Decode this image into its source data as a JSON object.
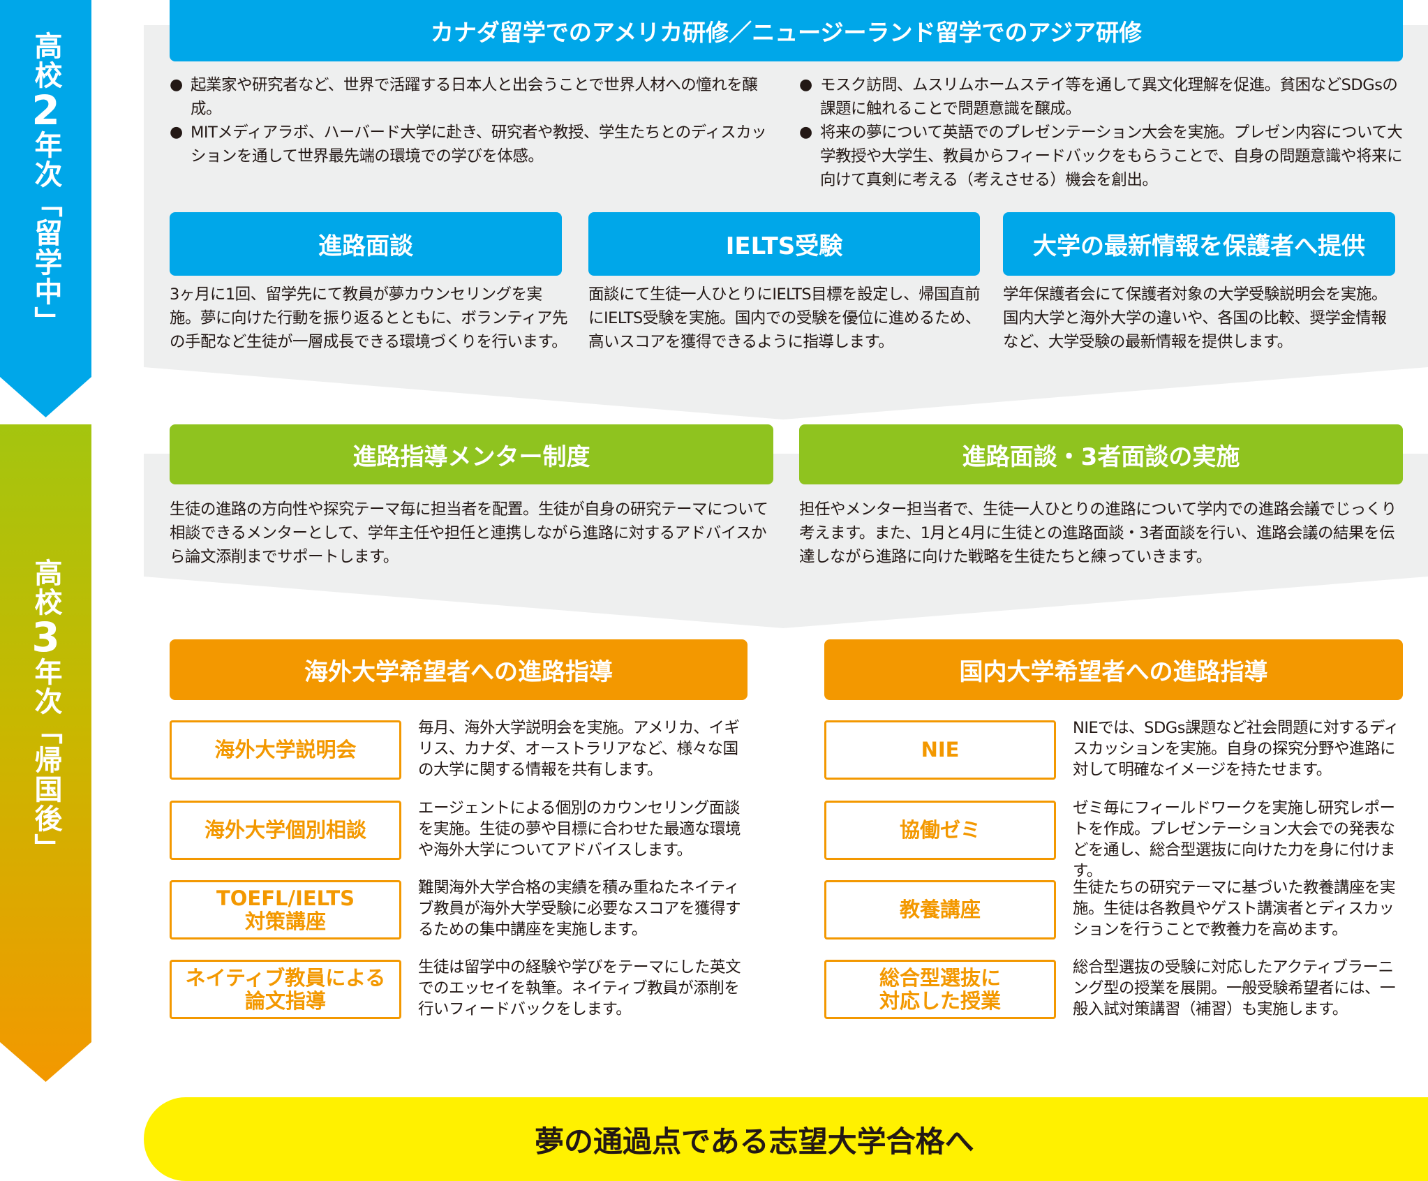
{
  "side": {
    "year2": {
      "pre": "高校",
      "num": "2",
      "post": "年次「留学中」"
    },
    "year3": {
      "pre": "高校",
      "num": "3",
      "post": "年次「帰国後」"
    }
  },
  "abroad": {
    "title": "カナダ留学でのアメリカ研修／ニュージーランド留学でのアジア研修",
    "left_bullets": [
      "起業家や研究者など、世界で活躍する日本人と出会うことで世界人材への憧れを醸成。",
      "MITメディアラボ、ハーバード大学に赴き、研究者や教授、学生たちとのディスカッションを通して世界最先端の環境での学びを体感。"
    ],
    "right_bullets": [
      "モスク訪問、ムスリムホームステイ等を通して異文化理解を促進。貧困などSDGsの課題に触れることで問題意識を醸成。",
      "将来の夢について英語でのプレゼンテーション大会を実施。プレゼン内容について大学教授や大学生、教員からフィードバックをもらうことで、自身の問題意識や将来に向けて真剣に考える（考えさせる）機会を創出。"
    ],
    "bullet": "●",
    "cards": [
      {
        "title": "進路面談",
        "text": "3ヶ月に1回、留学先にて教員が夢カウンセリングを実施。夢に向けた行動を振り返るとともに、ボランティア先の手配など生徒が一層成長できる環境づくりを行います。"
      },
      {
        "title": "IELTS受験",
        "text": "面談にて生徒一人ひとりにIELTS目標を設定し、帰国直前にIELTS受験を実施。国内での受験を優位に進めるため、高いスコアを獲得できるように指導します。"
      },
      {
        "title": "大学の最新情報を保護者へ提供",
        "text": "学年保護者会にて保護者対象の大学受験説明会を実施。国内大学と海外大学の違いや、各国の比較、奨学金情報など、大学受験の最新情報を提供します。"
      }
    ]
  },
  "mentor": {
    "cards": [
      {
        "title": "進路指導メンター制度",
        "text": "生徒の進路の方向性や探究テーマ毎に担当者を配置。生徒が自身の研究テーマについて相談できるメンターとして、学年主任や担任と連携しながら進路に対するアドバイスから論文添削までサポートします。"
      },
      {
        "title": "進路面談・3者面談の実施",
        "text": "担任やメンター担当者で、生徒一人ひとりの進路について学内での進路会議でじっくり考えます。また、1月と4月に生徒との進路面談・3者面談を行い、進路会議の結果を伝達しながら進路に向けた戦略を生徒たちと練っていきます。"
      }
    ]
  },
  "overseas": {
    "title": "海外大学希望者への進路指導",
    "items": [
      {
        "label": "海外大学説明会",
        "text": "毎月、海外大学説明会を実施。アメリカ、イギリス、カナダ、オーストラリアなど、様々な国の大学に関する情報を共有します。"
      },
      {
        "label": "海外大学個別相談",
        "text": "エージェントによる個別のカウンセリング面談を実施。生徒の夢や目標に合わせた最適な環境や海外大学についてアドバイスします。"
      },
      {
        "label": "TOEFL/IELTS\n対策講座",
        "text": "難関海外大学合格の実績を積み重ねたネイティブ教員が海外大学受験に必要なスコアを獲得するための集中講座を実施します。"
      },
      {
        "label": "ネイティブ教員による\n論文指導",
        "text": "生徒は留学中の経験や学びをテーマにした英文でのエッセイを執筆。ネイティブ教員が添削を行いフィードバックをします。"
      }
    ]
  },
  "domestic": {
    "title": "国内大学希望者への進路指導",
    "items": [
      {
        "label": "NIE",
        "text": "NIEでは、SDGs課題など社会問題に対するディスカッションを実施。自身の探究分野や進路に対して明確なイメージを持たせます。"
      },
      {
        "label": "協働ゼミ",
        "text": "ゼミ毎にフィールドワークを実施し研究レポートを作成。プレゼンテーション大会での発表などを通し、総合型選抜に向けた力を身に付けます。"
      },
      {
        "label": "教養講座",
        "text": "生徒たちの研究テーマに基づいた教養講座を実施。生徒は各教員やゲスト講演者とディスカッションを行うことで教養力を高めます。"
      },
      {
        "label": "総合型選抜に\n対応した授業",
        "text": "総合型選抜の受験に対応したアクティブラーニング型の授業を展開。一般受験希望者には、一般入試対策講習（補習）も実施します。"
      }
    ]
  },
  "goal": "夢の通過点である志望大学合格へ",
  "colors": {
    "blue": "#00a7e9",
    "green": "#8fc31f",
    "orange": "#f39800",
    "yellow": "#fff100",
    "panel": "#eeefef"
  }
}
